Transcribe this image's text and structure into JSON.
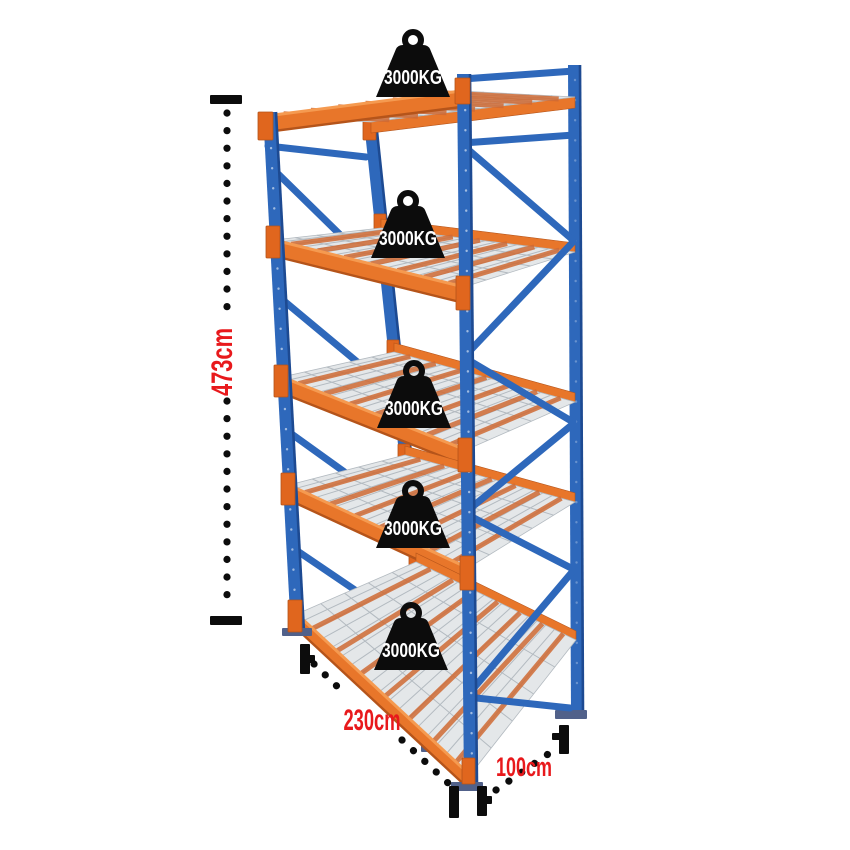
{
  "page": {
    "background": "#ffffff"
  },
  "product": {
    "name": "pallet-racking-shelving-unit",
    "levels": 5,
    "capacity_per_level": "3000KG"
  },
  "weights": {
    "labels": [
      "3000KG",
      "3000KG",
      "3000KG",
      "3000KG",
      "3000KG"
    ]
  },
  "dimensions": {
    "height_label": "473cm",
    "width_label": "230cm",
    "depth_label": "100cm"
  },
  "colors": {
    "upright_blue": "#2e68bb",
    "upright_blue_dark": "#1d4a92",
    "beam_orange": "#e8762a",
    "beam_orange_dark": "#b5541a",
    "beam_orange_light": "#f59a50",
    "plate_orange": "#e0661e",
    "mesh_fill": "#e4e7e9",
    "mesh_line": "#b3bac0",
    "strut_rust": "#cf6a34",
    "weight_black": "#0c0c0c",
    "dim_black": "#0c0c0c",
    "dim_red": "#e8191c",
    "foot_grey": "#51618a"
  }
}
